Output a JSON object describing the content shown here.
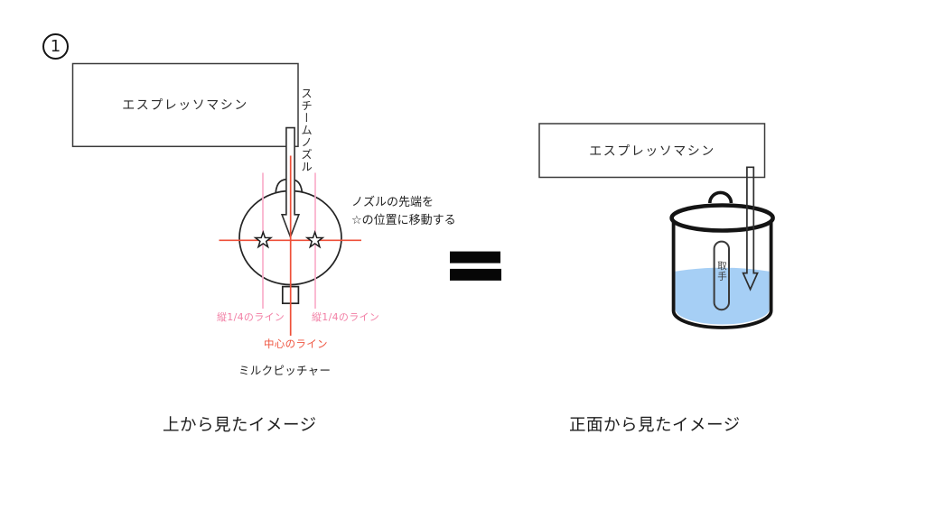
{
  "page": {
    "step_number": "1"
  },
  "top_view": {
    "machine_label": "エスプレッソマシン",
    "steam_nozzle_label": "スチームノズル",
    "annotation": {
      "line1": "ノズルの先端を",
      "line2": "☆の位置に移動する"
    },
    "quarter_line_left_label": "縦1/4のライン",
    "quarter_line_right_label": "縦1/4のライン",
    "center_line_label": "中心のライン",
    "pitcher_label": "ミルクピッチャー",
    "caption": "上から見たイメージ"
  },
  "equals_sign": "=",
  "front_view": {
    "machine_label": "エスプレッソマシン",
    "handle_label": "取手",
    "caption": "正面から見たイメージ"
  },
  "colors": {
    "quarter_line_pink": "#f9aecb",
    "quarter_label_pink": "#f27fa5",
    "center_line_red": "#ee4f38",
    "milk_blue": "#a6cff5",
    "outline_black": "#141414"
  }
}
